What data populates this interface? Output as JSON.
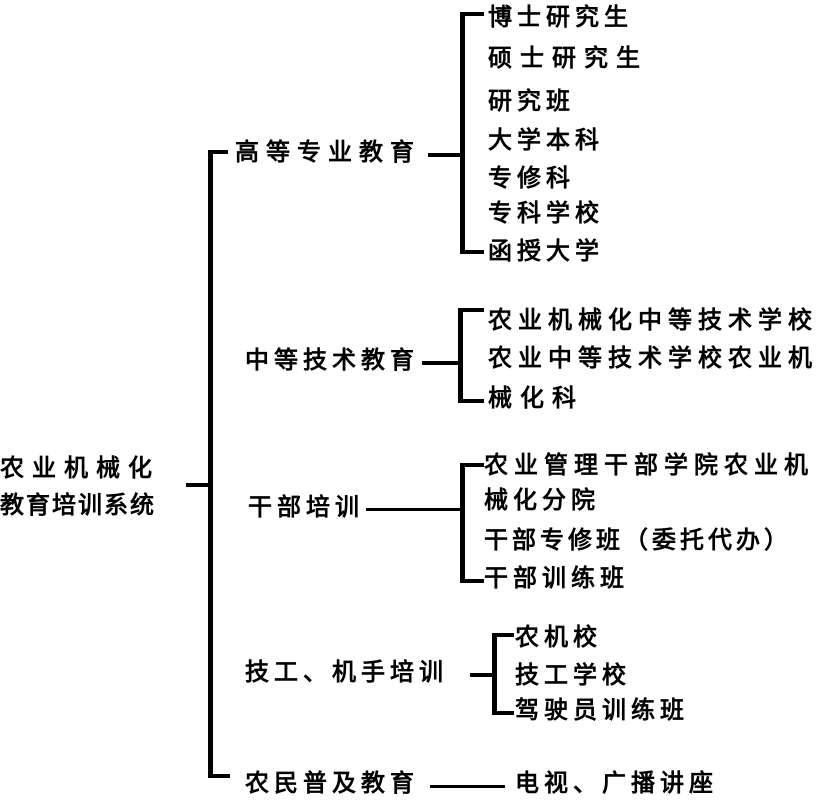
{
  "root": {
    "lines": [
      "农业机械化",
      "教育培训系统"
    ]
  },
  "branches": [
    {
      "label": "高等专业教育",
      "items": [
        "博士研究生",
        "硕士研究生",
        "研究班",
        "大学本科",
        "专修科",
        "专科学校",
        "函授大学"
      ]
    },
    {
      "label": "中等技术教育",
      "items": [
        "农业机械化中等技术学校",
        "农业中等技术学校农业机",
        "械化科"
      ]
    },
    {
      "label": "干部培训",
      "items": [
        "农业管理干部学院农业机",
        "械化分院",
        "干部专修班（委托代办）",
        "干部训练班"
      ]
    },
    {
      "label": "技工、机手培训",
      "items": [
        "农机校",
        "技工学校",
        "驾驶员训练班"
      ]
    },
    {
      "label": "农民普及教育",
      "items": [
        "电视、广播讲座"
      ]
    }
  ]
}
